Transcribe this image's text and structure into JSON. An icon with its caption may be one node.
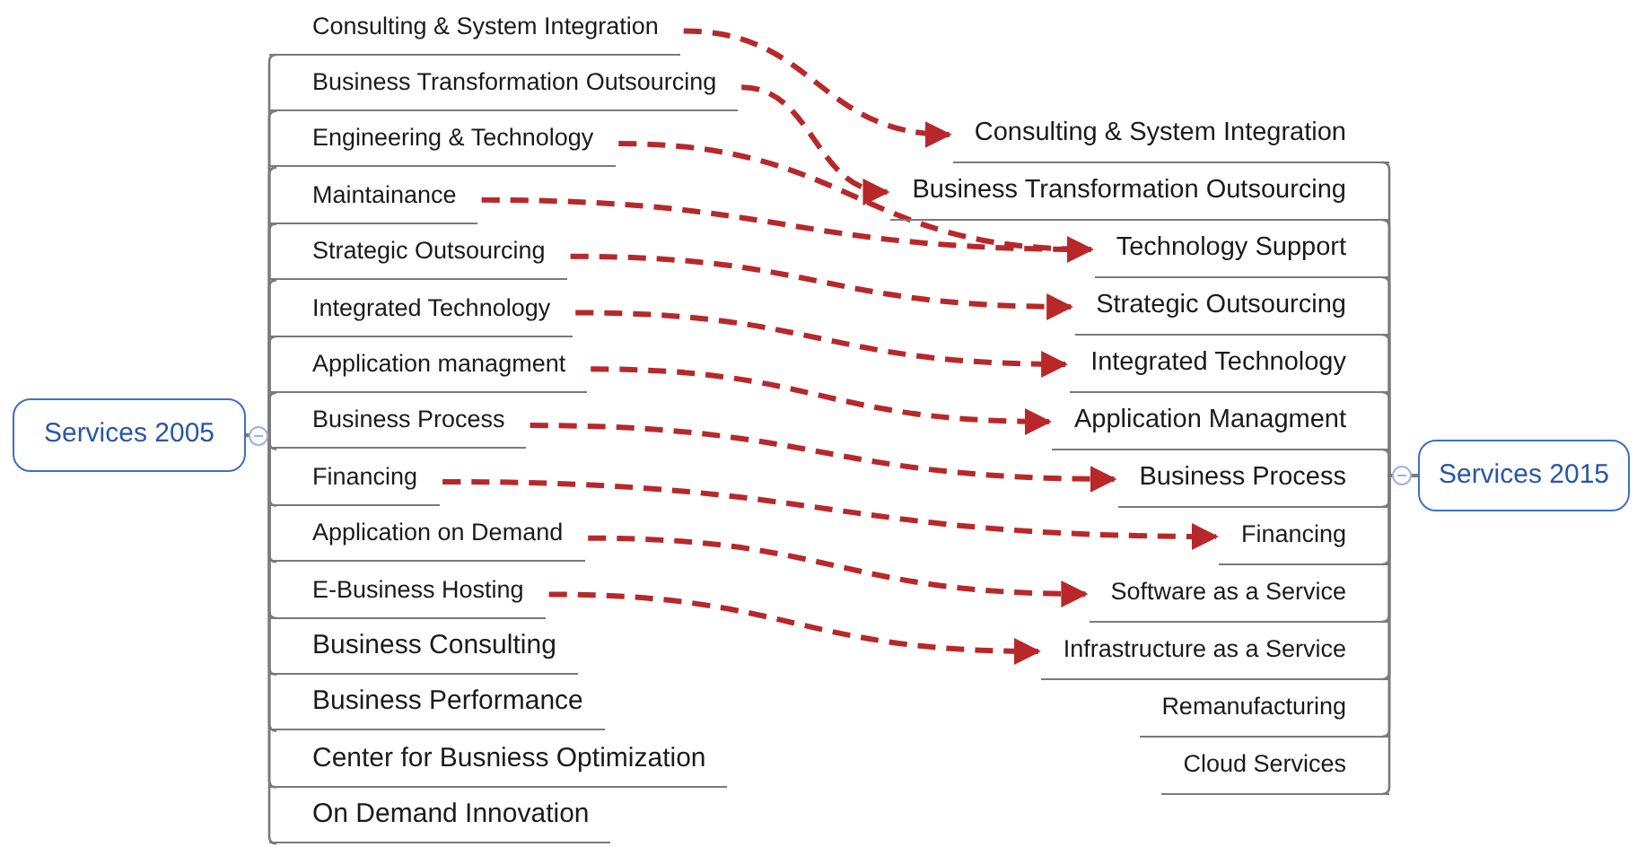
{
  "diagram": {
    "nodes": [
      {
        "text": [
          "Services 2005"
        ]
      },
      {
        "text": [
          "Consulting & System Integration"
        ]
      },
      {
        "text": [
          "Business Transformation Outsourcing"
        ]
      },
      {
        "text": [
          "Engineering & Technology"
        ]
      },
      {
        "text": [
          "Maintainance"
        ]
      },
      {
        "text": [
          "Strategic Outsourcing"
        ]
      },
      {
        "text": [
          "Integrated Technology"
        ]
      },
      {
        "text": [
          "Application managment"
        ]
      },
      {
        "text": [
          "Business Process"
        ]
      },
      {
        "text": [
          "Financing"
        ]
      },
      {
        "text": [
          "Application on Demand"
        ]
      },
      {
        "text": [
          "E-Business Hosting"
        ]
      },
      {
        "text": [
          "Business Consulting"
        ]
      },
      {
        "text": [
          "Business Performance"
        ]
      },
      {
        "text": [
          "Center for Busniess Optimization"
        ]
      },
      {
        "text": [
          "On Demand Innovation"
        ]
      },
      {
        "text": [
          "Services 2015"
        ]
      },
      {
        "text": [
          "Consulting & System Integration"
        ]
      },
      {
        "text": [
          "Business Transformation Outsourcing"
        ]
      },
      {
        "text": [
          "Technology Support"
        ]
      },
      {
        "text": [
          "Strategic Outsourcing"
        ]
      },
      {
        "text": [
          "Integrated Technology"
        ]
      },
      {
        "text": [
          "Application Managment"
        ]
      },
      {
        "text": [
          "Business Process"
        ]
      },
      {
        "text": [
          "Financing"
        ]
      },
      {
        "text": [
          "Software as a Service"
        ]
      },
      {
        "text": [
          "Infrastructure as a Service"
        ]
      },
      {
        "text": [
          "Remanufacturing"
        ]
      },
      {
        "text": [
          "Cloud Services"
        ]
      }
    ],
    "edges": [
      {
        "from": 0,
        "to": 1,
        "arrow": "none"
      },
      {
        "from": 0,
        "to": 2,
        "arrow": "none"
      },
      {
        "from": 0,
        "to": 3,
        "arrow": "none"
      },
      {
        "from": 0,
        "to": 4,
        "arrow": "none"
      },
      {
        "from": 0,
        "to": 5,
        "arrow": "none"
      },
      {
        "from": 0,
        "to": 6,
        "arrow": "none"
      },
      {
        "from": 0,
        "to": 7,
        "arrow": "none"
      },
      {
        "from": 0,
        "to": 8,
        "arrow": "none"
      },
      {
        "from": 0,
        "to": 9,
        "arrow": "none"
      },
      {
        "from": 0,
        "to": 10,
        "arrow": "none"
      },
      {
        "from": 0,
        "to": 11,
        "arrow": "none"
      },
      {
        "from": 0,
        "to": 12,
        "arrow": "none"
      },
      {
        "from": 0,
        "to": 13,
        "arrow": "none"
      },
      {
        "from": 0,
        "to": 14,
        "arrow": "none"
      },
      {
        "from": 0,
        "to": 15,
        "arrow": "none"
      },
      {
        "from": 16,
        "to": 17,
        "arrow": "none"
      },
      {
        "from": 16,
        "to": 18,
        "arrow": "none"
      },
      {
        "from": 16,
        "to": 19,
        "arrow": "none"
      },
      {
        "from": 16,
        "to": 20,
        "arrow": "none"
      },
      {
        "from": 16,
        "to": 21,
        "arrow": "none"
      },
      {
        "from": 16,
        "to": 22,
        "arrow": "none"
      },
      {
        "from": 16,
        "to": 23,
        "arrow": "none"
      },
      {
        "from": 16,
        "to": 24,
        "arrow": "none"
      },
      {
        "from": 16,
        "to": 25,
        "arrow": "none"
      },
      {
        "from": 16,
        "to": 26,
        "arrow": "none"
      },
      {
        "from": 16,
        "to": 27,
        "arrow": "none"
      },
      {
        "from": 16,
        "to": 28,
        "arrow": "none"
      },
      {
        "from": 1,
        "to": 17,
        "arrow": "to",
        "style": "dashed",
        "color": "#b8282a"
      },
      {
        "from": 2,
        "to": 18,
        "arrow": "to",
        "style": "dashed",
        "color": "#b8282a"
      },
      {
        "from": 3,
        "to": 19,
        "arrow": "to",
        "style": "dashed",
        "color": "#b8282a"
      },
      {
        "from": 4,
        "to": 19,
        "arrow": "to",
        "style": "dashed",
        "color": "#b8282a"
      },
      {
        "from": 5,
        "to": 20,
        "arrow": "to",
        "style": "dashed",
        "color": "#b8282a"
      },
      {
        "from": 6,
        "to": 21,
        "arrow": "to",
        "style": "dashed",
        "color": "#b8282a"
      },
      {
        "from": 7,
        "to": 22,
        "arrow": "to",
        "style": "dashed",
        "color": "#b8282a"
      },
      {
        "from": 8,
        "to": 23,
        "arrow": "to",
        "style": "dashed",
        "color": "#b8282a"
      },
      {
        "from": 9,
        "to": 24,
        "arrow": "to",
        "style": "dashed",
        "color": "#b8282a"
      },
      {
        "from": 10,
        "to": 25,
        "arrow": "to",
        "style": "dashed",
        "color": "#b8282a"
      },
      {
        "from": 11,
        "to": 26,
        "arrow": "to",
        "style": "dashed",
        "color": "#b8282a"
      }
    ]
  }
}
